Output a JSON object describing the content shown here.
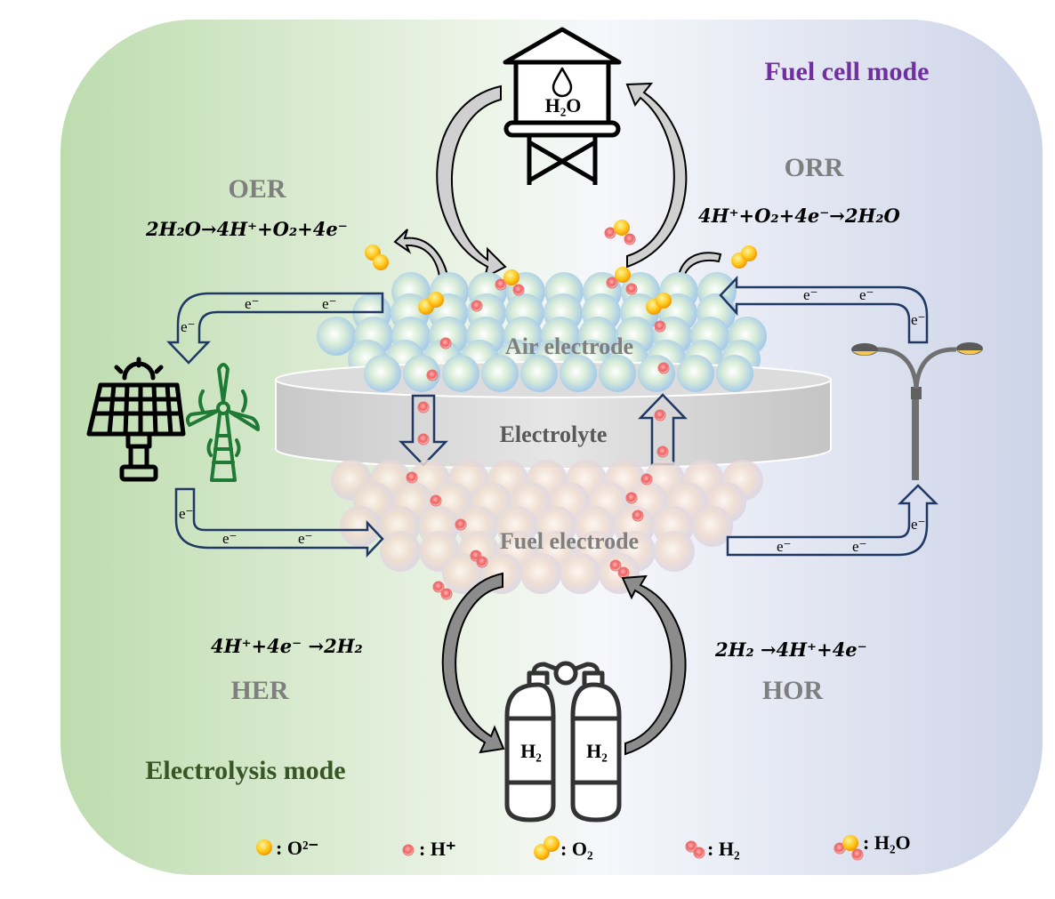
{
  "modes": {
    "fuel_cell": "Fuel cell mode",
    "electrolysis": "Electrolysis mode"
  },
  "colors": {
    "fuel_cell_title": "#7030a0",
    "electrolysis_title": "#375623",
    "bg_left": "#bddcae",
    "bg_mid": "#f4f8f1",
    "bg_right": "#cdd4e8",
    "arrow_outline": "#1f3864",
    "reaction_label": "#7f7f7f",
    "air_particle": "#a9cdee",
    "fuel_particle": "#f2d2c4",
    "o_ion": "#f5b800",
    "h_ion": "#e45a5a"
  },
  "reactions": {
    "oer": {
      "name": "OER",
      "equation": "2H₂O→4H⁺+O₂+4e⁻"
    },
    "orr": {
      "name": "ORR",
      "equation": "4H⁺+O₂+4e⁻→2H₂O"
    },
    "her": {
      "name": "HER",
      "equation": "4H⁺+4e⁻ →2H₂"
    },
    "hor": {
      "name": "HOR",
      "equation": "2H₂ →4H⁺+4e⁻"
    }
  },
  "cell": {
    "air_electrode": "Air electrode",
    "electrolyte": "Electrolyte",
    "fuel_electrode": "Fuel electrode"
  },
  "icons": {
    "water_tower": {
      "name": "water-tower-icon",
      "label": "H₂O"
    },
    "hydrogen_tanks": {
      "name": "hydrogen-tank-icon",
      "labels": [
        "H₂",
        "H₂"
      ]
    },
    "solar_panel": {
      "name": "solar-panel-icon"
    },
    "wind_turbine": {
      "name": "wind-turbine-icon"
    },
    "street_lamp": {
      "name": "street-lamp-icon"
    }
  },
  "electron_label": "e⁻",
  "legend": [
    {
      "symbol": "o-ion",
      "label": ": O²⁻"
    },
    {
      "symbol": "h-ion",
      "label": ": H⁺"
    },
    {
      "symbol": "o2",
      "label": ": O₂"
    },
    {
      "symbol": "h2",
      "label": ": H₂"
    },
    {
      "symbol": "h2o",
      "label": ": H₂O"
    }
  ]
}
